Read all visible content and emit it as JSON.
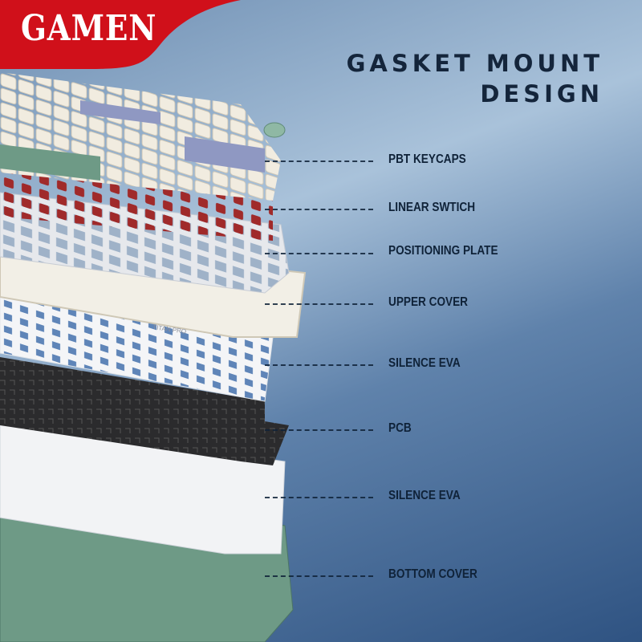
{
  "brand": {
    "logo": "GAMEN",
    "color": "#d0101a"
  },
  "title": {
    "line1": "GASKET MOUNT",
    "line2": "DESIGN"
  },
  "layers": [
    {
      "label": "PBT KEYCAPS"
    },
    {
      "label": "LINEAR SWTICH"
    },
    {
      "label": "POSITIONING PLATE"
    },
    {
      "label": "UPPER COVER"
    },
    {
      "label": "SILENCE EVA"
    },
    {
      "label": "PCB"
    },
    {
      "label": "SILENCE EVA"
    },
    {
      "label": "BOTTOM COVER"
    }
  ],
  "colors": {
    "background_light": "#b8cde0",
    "background_dark": "#2c4d78",
    "text": "#0f2238",
    "bottom_cover": "#6e9a86",
    "pcb": "#2b2b2d",
    "switch": "#a02a2a"
  }
}
